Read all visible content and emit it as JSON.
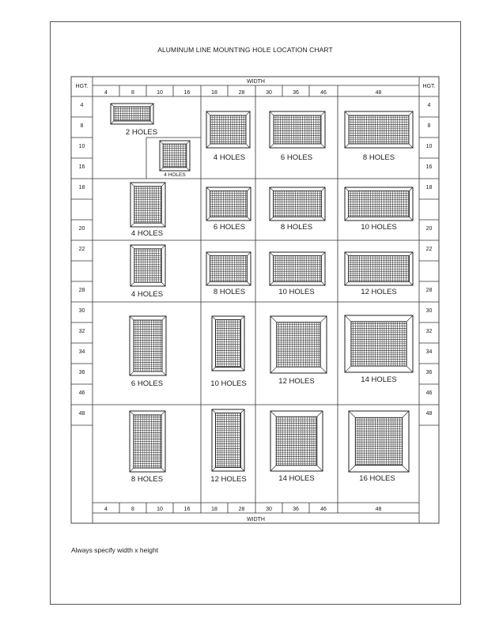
{
  "title": "ALUMINUM LINE MOUNTING HOLE LOCATION CHART",
  "width_label": "WIDTH",
  "height_label": "HGT.",
  "widths": [
    "4",
    "8",
    "10",
    "16",
    "18",
    "28",
    "30",
    "36",
    "46",
    "48"
  ],
  "heights": [
    "4",
    "8",
    "10",
    "16",
    "18",
    "",
    "20",
    "22",
    "",
    "28",
    "30",
    "32",
    "34",
    "36",
    "46",
    "48",
    ""
  ],
  "labels": [
    "2 HOLES",
    "4 HOLES",
    "4 HOLES",
    "6 HOLES",
    "8 HOLES",
    "4 HOLES",
    "6 HOLES",
    "8 HOLES",
    "10 HOLES",
    "4 HOLES",
    "8 HOLES",
    "10 HOLES",
    "12 HOLES",
    "6 HOLES",
    "10 HOLES",
    "12 HOLES",
    "14  HOLES",
    "8 HOLES",
    "12 HOLES",
    "14 HOLES",
    "16 HOLES"
  ],
  "note": "Always specify width x height"
}
